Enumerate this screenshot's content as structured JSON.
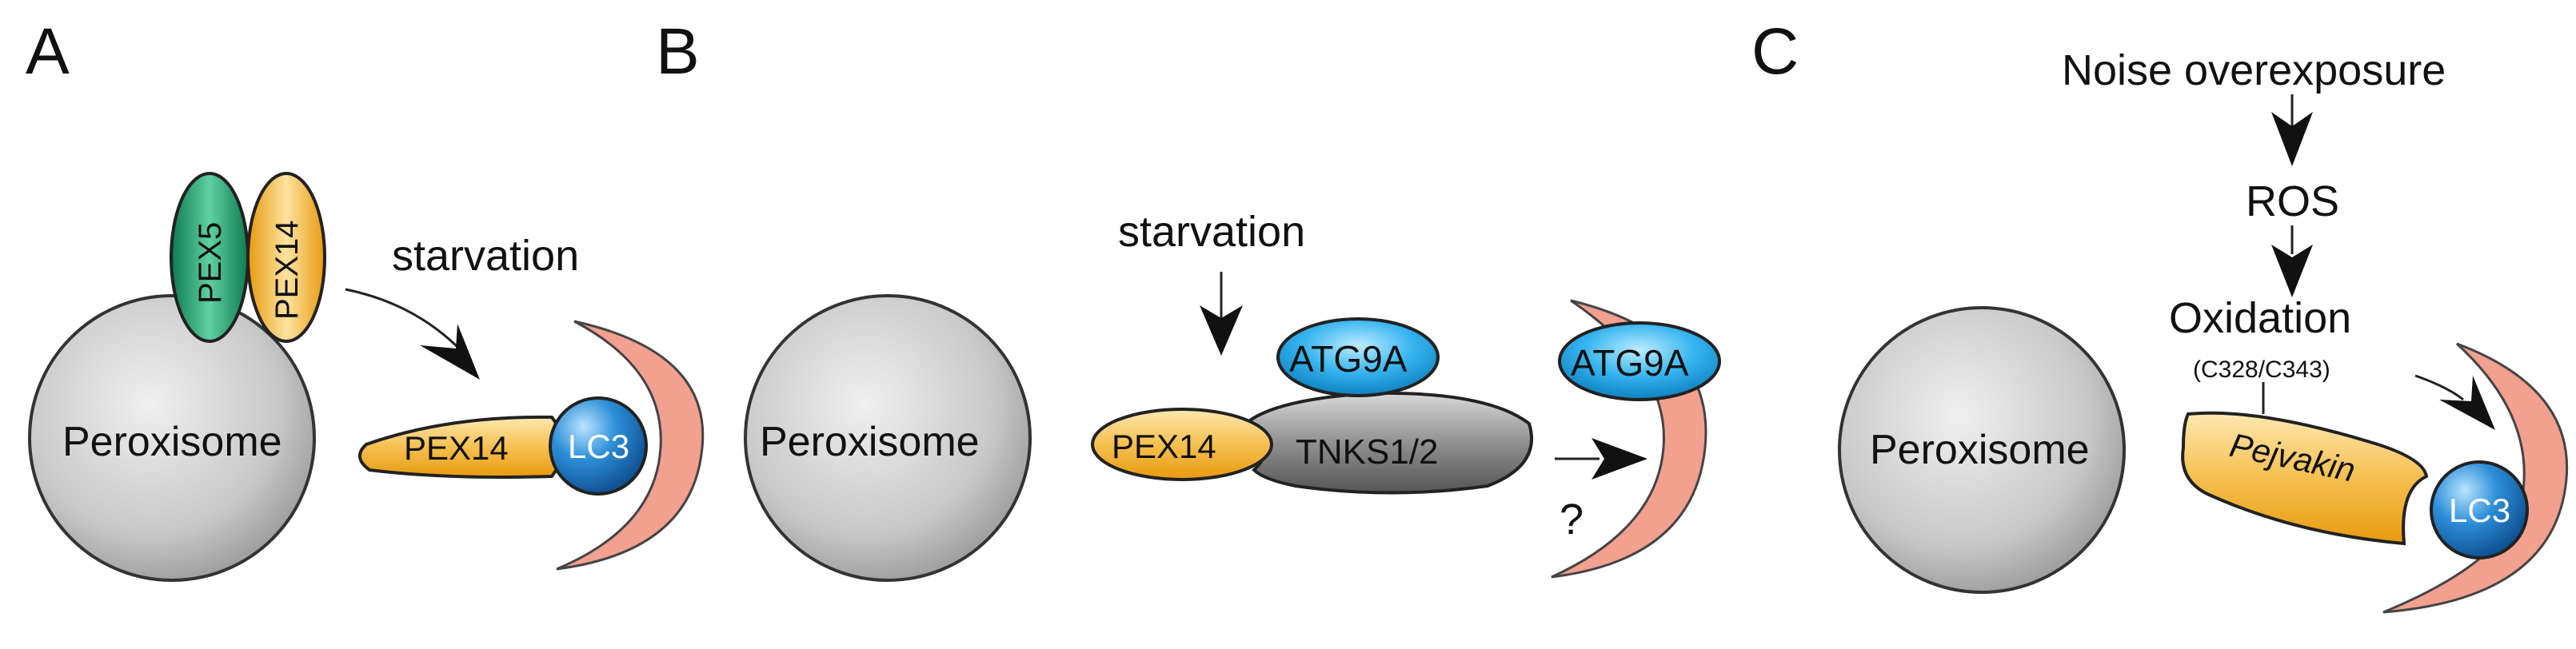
{
  "panels": {
    "a": {
      "letter": "A",
      "peroxisome": "Peroxisome",
      "pex5": "PEX5",
      "pex14_top": "PEX14",
      "starvation": "starvation",
      "pex14": "PEX14",
      "lc3": "LC3"
    },
    "b": {
      "letter": "B",
      "peroxisome": "Peroxisome",
      "starvation": "starvation",
      "pex14": "PEX14",
      "atg9a_1": "ATG9A",
      "tnks": "TNKS1/2",
      "atg9a_2": "ATG9A",
      "question": "?"
    },
    "c": {
      "letter": "C",
      "noise": "Noise overexposure",
      "ros": "ROS",
      "oxidation": "Oxidation",
      "sites": "(C328/C343)",
      "peroxisome": "Peroxisome",
      "pejvakin": "Pejvakin",
      "lc3": "LC3"
    }
  },
  "colors": {
    "peroxisome": "#c8c8c8",
    "pex14": "#f2b53a",
    "pex5": "#1e9c6c",
    "lc3": "#1a78c0",
    "atg9a": "#1ea8e6",
    "tnks": "#8a8a8a",
    "phagophore": "#f2a090"
  }
}
